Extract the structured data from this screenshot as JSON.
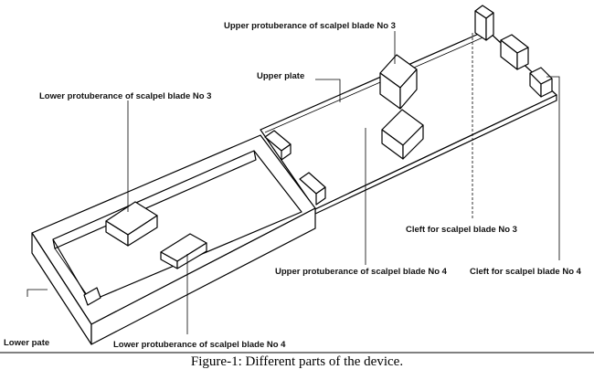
{
  "labels": {
    "upper_protuberance_3": "Upper protuberance of scalpel blade No 3",
    "upper_plate": "Upper plate",
    "lower_protuberance_3": "Lower protuberance of scalpel blade No 3",
    "cleft_3": "Cleft for scalpel blade No 3",
    "upper_protuberance_4": "Upper protuberance of scalpel blade No 4",
    "cleft_4": "Cleft for scalpel blade No 4",
    "lower_plate": "Lower pate",
    "lower_protuberance_4": "Lower protuberance of scalpel blade No 4"
  },
  "caption": "Figure-1: Different parts of the device.",
  "colors": {
    "line": "#000000",
    "face": "#ffffff"
  }
}
